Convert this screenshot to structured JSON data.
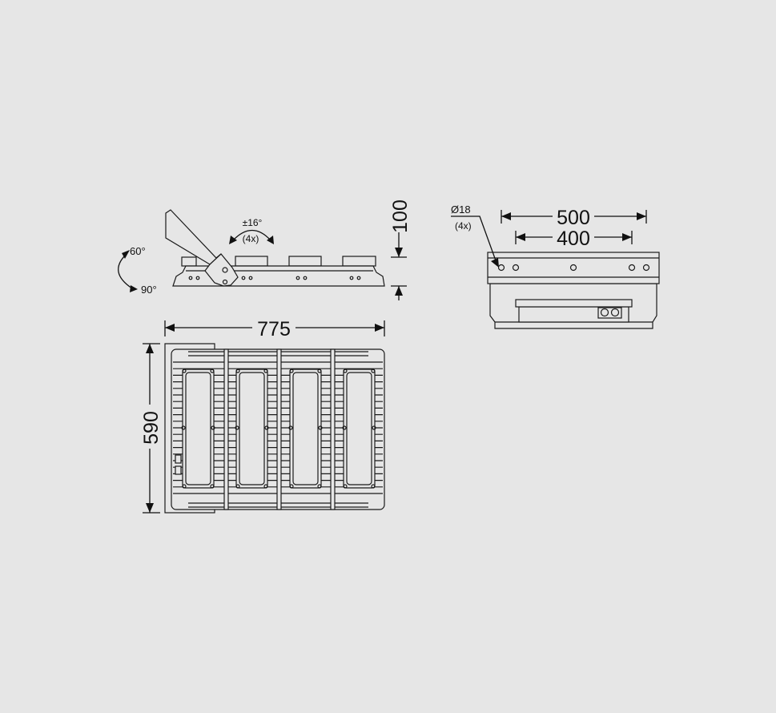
{
  "dimensions": {
    "width": "775",
    "depth": "590",
    "height": "100",
    "bracket_outer": "500",
    "bracket_inner": "400",
    "hole_diameter": "Ø18",
    "hole_count": "(4x)"
  },
  "angles": {
    "tilt_range": "±16°",
    "tilt_count": "(4x)",
    "bracket_min": "60°",
    "bracket_max": "90°"
  }
}
